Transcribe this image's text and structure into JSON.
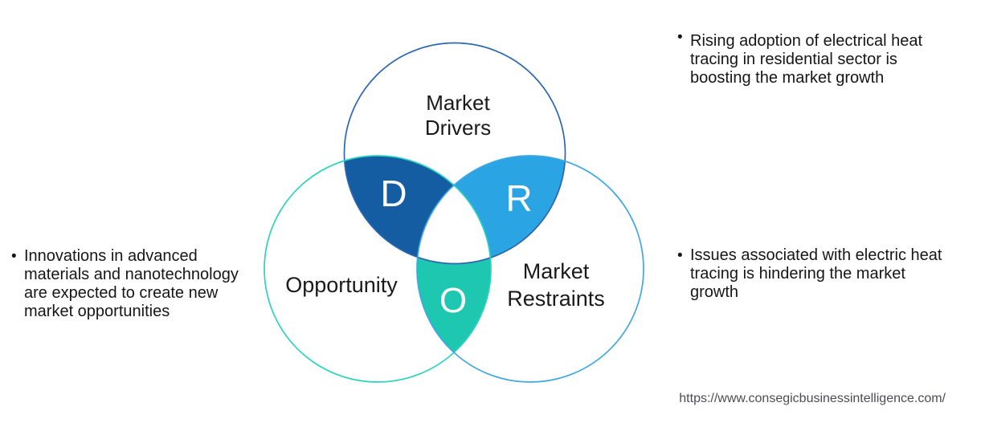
{
  "venn": {
    "circles": {
      "drivers": {
        "label_line1": "Market",
        "label_line2": "Drivers",
        "stroke": "#2C66B1"
      },
      "opportunity": {
        "label_line1": "Opportunity",
        "stroke": "#2BD3BE"
      },
      "restraints": {
        "label_line1": "Market",
        "label_line2": "Restraints",
        "stroke": "#3FA7E3"
      }
    },
    "regions": {
      "drivers_overlap": {
        "letter": "D",
        "color": "#145DA3"
      },
      "restraints_overlap": {
        "letter": "R",
        "color": "#2AA4E3"
      },
      "opportunity_overlap": {
        "letter": "O",
        "color": "#1EC8B0"
      },
      "center_color": "#FFFFFF"
    }
  },
  "bullets": {
    "right_top": {
      "glyph": "•",
      "lines": [
        "Rising adoption of electrical heat",
        "tracing in residential sector is",
        "boosting the market growth"
      ]
    },
    "right_bottom": {
      "glyph": "•",
      "lines": [
        "Issues associated with electric heat",
        "tracing is hindering the market",
        "growth"
      ]
    },
    "left": {
      "glyph": "•",
      "lines": [
        "Innovations in advanced",
        "materials and nanotechnology",
        "are expected to create new",
        "market opportunities"
      ]
    }
  },
  "footer": {
    "url": "https://www.consegicbusinessintelligence.com/"
  }
}
